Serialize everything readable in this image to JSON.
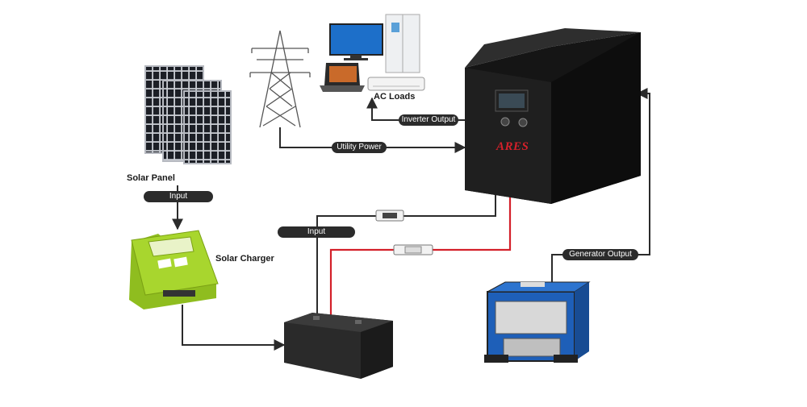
{
  "labels": {
    "solar_panel": "Solar Panel",
    "solar_charger": "Solar Charger",
    "ac_loads": "AC Loads",
    "brand": "ARES"
  },
  "connections": {
    "input_solar": "Input",
    "input_battery": "Input",
    "utility_power": "Utility Power",
    "inverter_output": "Inverter Output",
    "generator_output": "Generator Output"
  },
  "colors": {
    "wire_dark": "#2b2b2b",
    "wire_red": "#d4202a",
    "charger_green": "#a8d62e",
    "inverter_body": "#1e1e1e",
    "brand_red": "#d4202a"
  },
  "icons": [
    "solar-panel-icon",
    "transmission-tower-icon",
    "monitor-icon",
    "laptop-icon",
    "refrigerator-icon",
    "air-conditioner-icon",
    "inverter-icon",
    "solar-charger-icon",
    "battery-icon",
    "generator-icon",
    "fuse-icon"
  ]
}
